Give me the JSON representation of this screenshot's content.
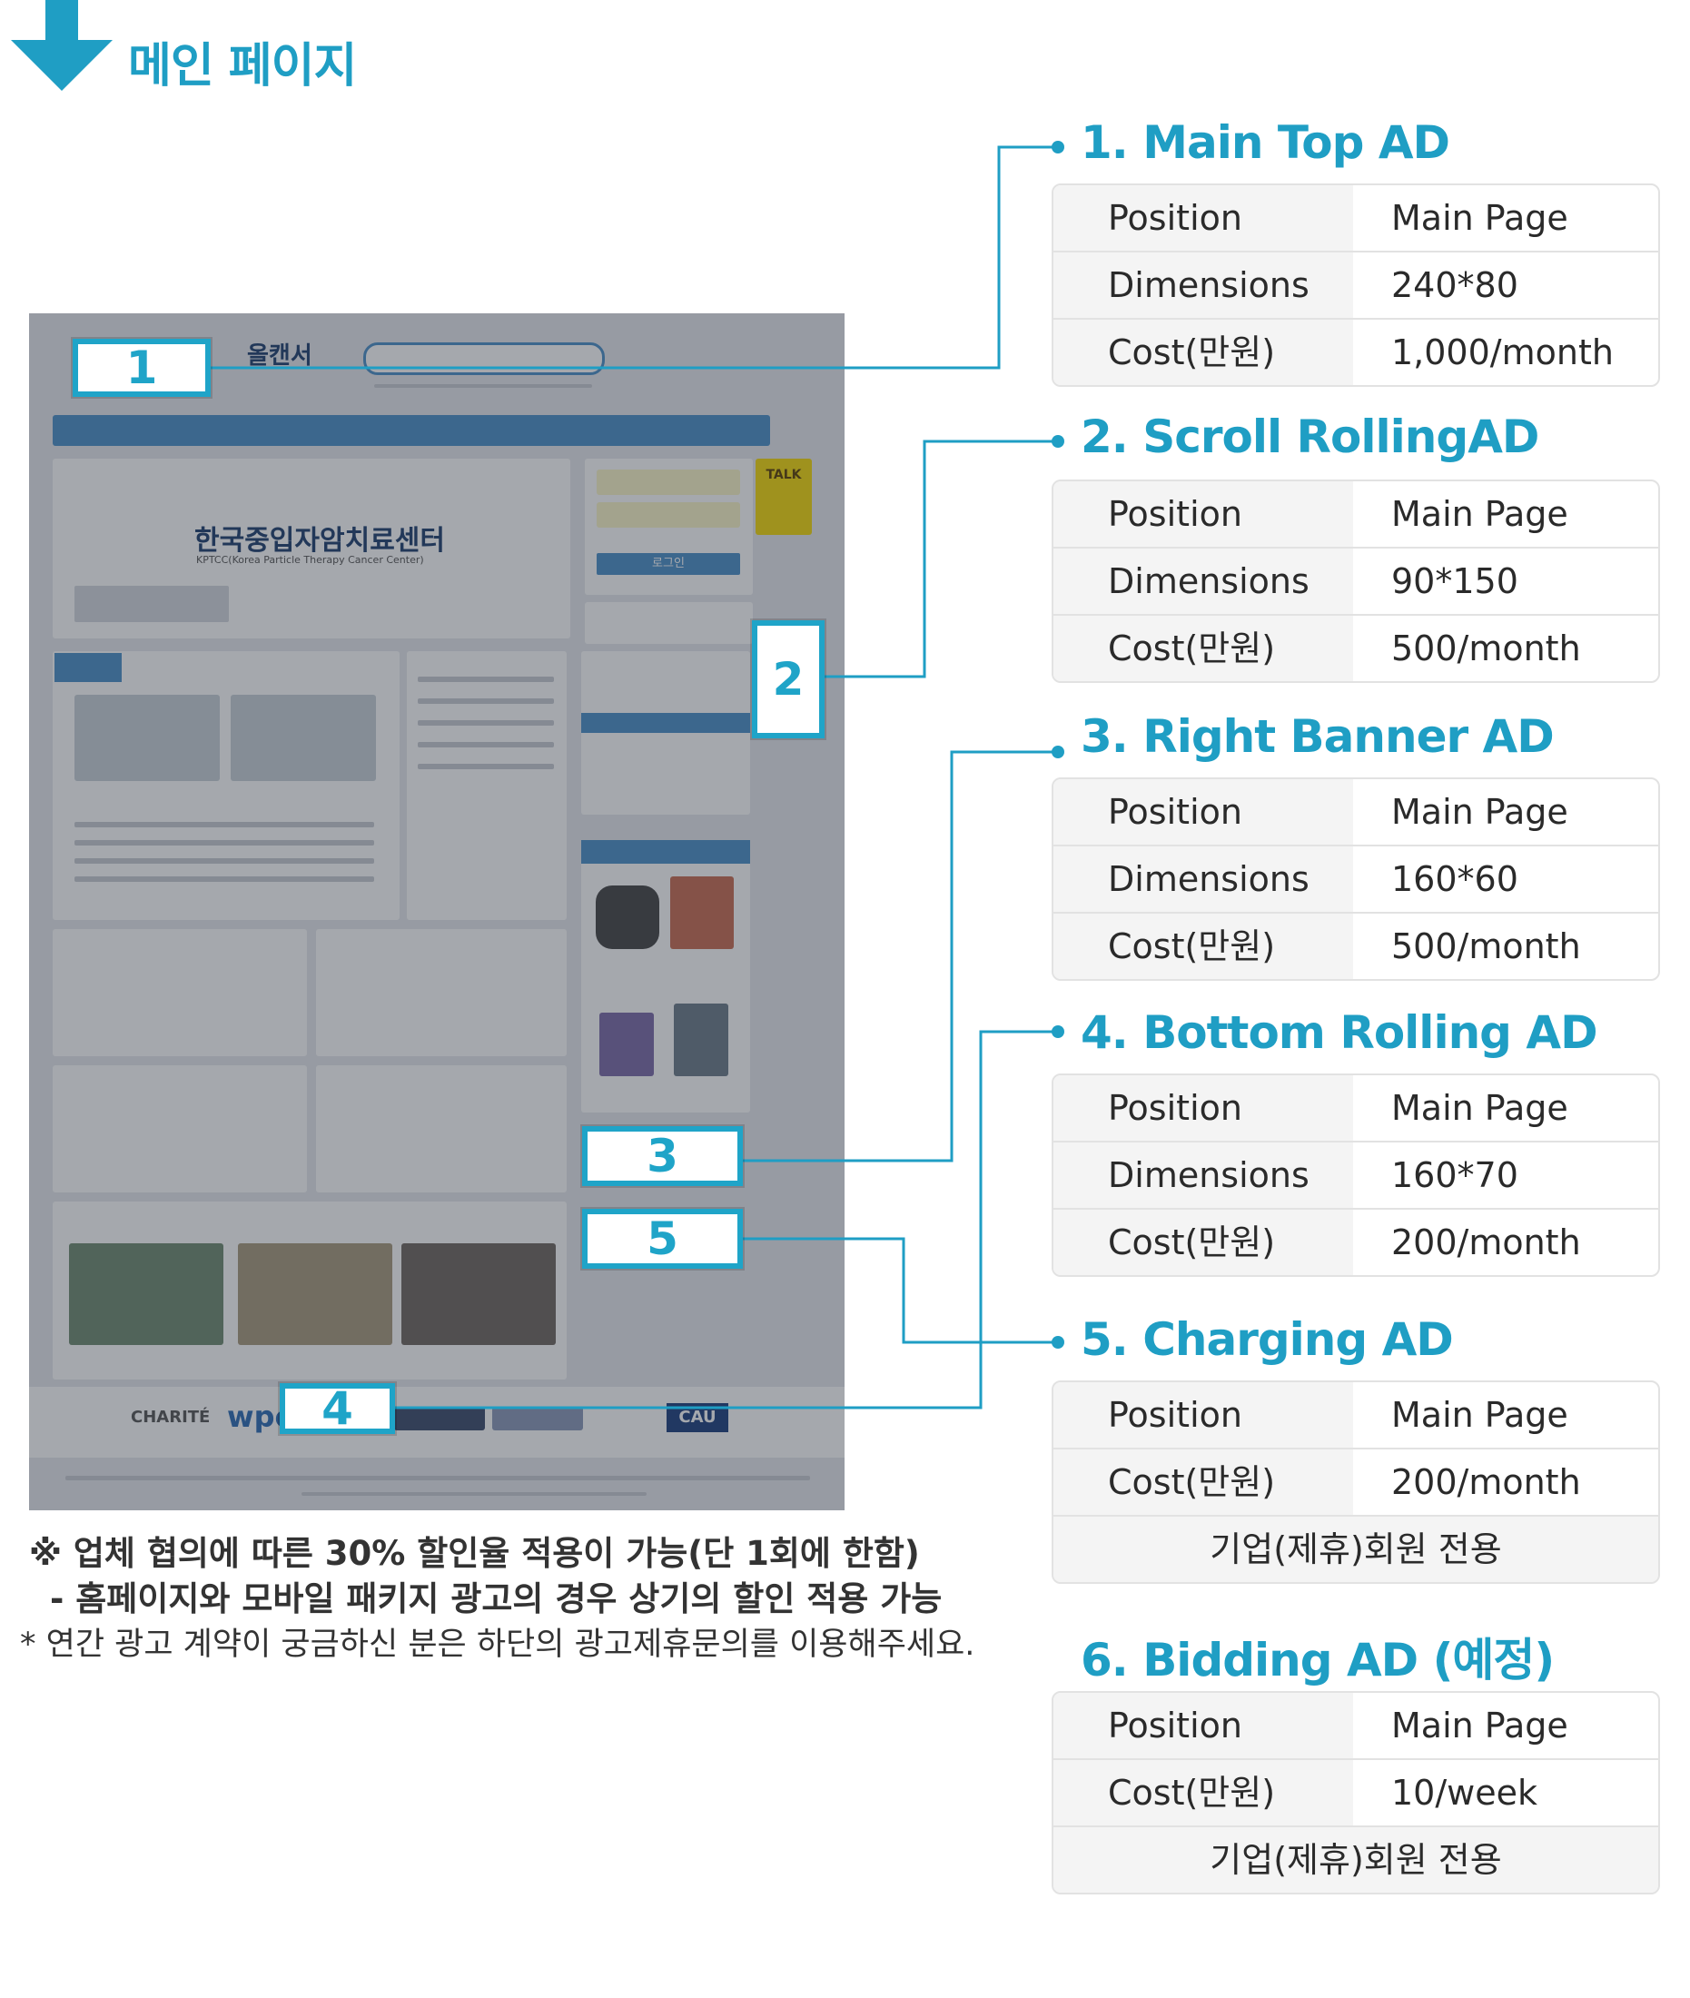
{
  "header": {
    "title": "메인 페이지",
    "accent_color": "#1f9ec4",
    "icon": "arrow-down-icon"
  },
  "screenshot": {
    "logo_text": "올캔서",
    "banner_title": "한국중입자암치료센터",
    "banner_subtitle": "KPTCC(Korea Particle Therapy Cancer Center)",
    "login_button": "로그인",
    "talk_label": "TALK",
    "partner_logos": [
      "CHARITÉ",
      "wpc",
      "CAU"
    ],
    "badges": [
      "1",
      "2",
      "3",
      "4",
      "5"
    ]
  },
  "ads": [
    {
      "title": "1. Main Top AD",
      "rows": [
        {
          "key": "Position",
          "value": "Main Page"
        },
        {
          "key": "Dimensions",
          "value": "240*80"
        },
        {
          "key": "Cost(만원)",
          "value": "1,000/month"
        }
      ]
    },
    {
      "title": "2. Scroll RollingAD",
      "rows": [
        {
          "key": "Position",
          "value": "Main Page"
        },
        {
          "key": "Dimensions",
          "value": "90*150"
        },
        {
          "key": "Cost(만원)",
          "value": "500/month"
        }
      ]
    },
    {
      "title": "3. Right Banner AD",
      "rows": [
        {
          "key": "Position",
          "value": "Main Page"
        },
        {
          "key": "Dimensions",
          "value": "160*60"
        },
        {
          "key": "Cost(만원)",
          "value": "500/month"
        }
      ]
    },
    {
      "title": "4. Bottom Rolling AD",
      "rows": [
        {
          "key": "Position",
          "value": "Main Page"
        },
        {
          "key": "Dimensions",
          "value": "160*70"
        },
        {
          "key": "Cost(만원)",
          "value": "200/month"
        }
      ]
    },
    {
      "title": "5. Charging AD",
      "rows": [
        {
          "key": "Position",
          "value": "Main Page"
        },
        {
          "key": "Cost(만원)",
          "value": "200/month"
        }
      ],
      "note": "기업(제휴)회원 전용"
    },
    {
      "title": "6. Bidding AD (예정)",
      "rows": [
        {
          "key": "Position",
          "value": "Main Page"
        },
        {
          "key": "Cost(만원)",
          "value": "10/week"
        }
      ],
      "note": "기업(제휴)회원 전용"
    }
  ],
  "notes": {
    "line1": "※ 업체 협의에 따른 30% 할인율 적용이 가능(단 1회에 한함)",
    "line2": "- 홈페이지와 모바일 패키지 광고의 경우 상기의 할인 적용 가능",
    "line3": "* 연간 광고 계약이 궁금하신 분은 하단의 광고제휴문의를 이용해주세요."
  }
}
